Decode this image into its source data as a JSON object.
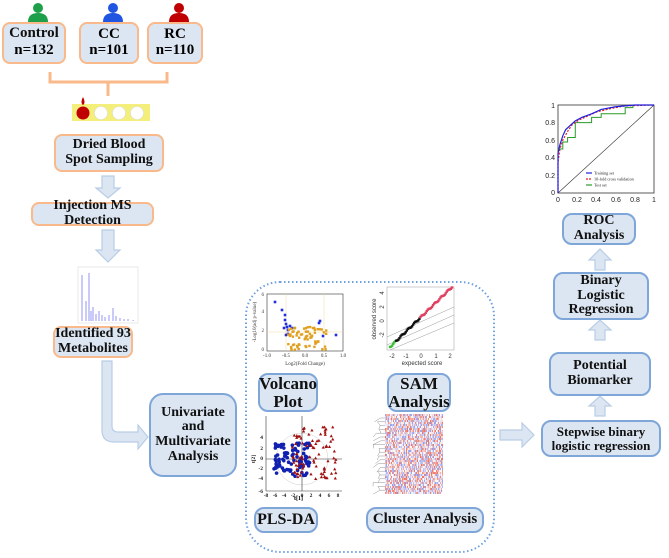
{
  "groups": [
    {
      "name": "Control",
      "n": "n=132",
      "icon_color": "#1ea04a"
    },
    {
      "name": "CC",
      "n": "n=101",
      "icon_color": "#1f55e0"
    },
    {
      "name": "RC",
      "n": "n=110",
      "icon_color": "#c00000"
    }
  ],
  "steps": {
    "dried_blood": "Dried Blood\nSpot Sampling",
    "injection_ms": "Injection MS Detection",
    "identified": "Identified 93\nMetabolites",
    "uni_multi": "Univariate\nand\nMultivariate\nAnalysis",
    "stepwise": "Stepwise binary\nlogistic regression",
    "potential": "Potential\nBiomarker",
    "binary": "Binary\nLogistic\nRegression",
    "roc": "ROC\nAnalysis"
  },
  "analyses": {
    "volcano": "Volcano\nPlot",
    "sam": "SAM\nAnalysis",
    "plsda": "PLS-DA",
    "cluster": "Cluster Analysis"
  },
  "volcano_plot": {
    "xlabel": "Log2(Fold Change)",
    "ylabel": "-Log10(adj p-value)",
    "xticks": [
      "-1.0",
      "-0.5",
      "0.0",
      "0.5",
      "1.0"
    ],
    "yticks": [
      "0",
      "2",
      "4",
      "6"
    ]
  },
  "sam_plot": {
    "xlabel": "expected score",
    "ylabel": "observed score",
    "xticks": [
      "-2",
      "-1",
      "0",
      "1",
      "2"
    ],
    "yticks": [
      "-2",
      "0",
      "2",
      "4"
    ]
  },
  "pls_plot": {
    "xlabel": "t[1]",
    "ylabel": "t[2]",
    "xticks": [
      "-8",
      "-6",
      "-4",
      "-2",
      "0",
      "2",
      "4",
      "6",
      "8"
    ],
    "yticks": [
      "-6",
      "-4",
      "-2",
      "0",
      "2",
      "4"
    ]
  },
  "roc_plot": {
    "xticks": [
      "0",
      "0.2",
      "0.4",
      "0.6",
      "0.8",
      "1"
    ],
    "yticks": [
      "0",
      "0.2",
      "0.4",
      "0.6",
      "0.8",
      "1"
    ],
    "legend": [
      {
        "label": "Training set",
        "color": "#1f1fe0"
      },
      {
        "label": "10-fold cross validation",
        "color": "#e02020"
      },
      {
        "label": "Test set",
        "color": "#2a9a2a"
      }
    ]
  },
  "colors": {
    "box_fill": "#dce6f2",
    "orange_border": "#f9b98a",
    "blue_border": "#7ea6d8",
    "arrow_fill": "#dce6f2",
    "arrow_stroke": "#b8cde6",
    "dotted": "#6fa0e0"
  }
}
